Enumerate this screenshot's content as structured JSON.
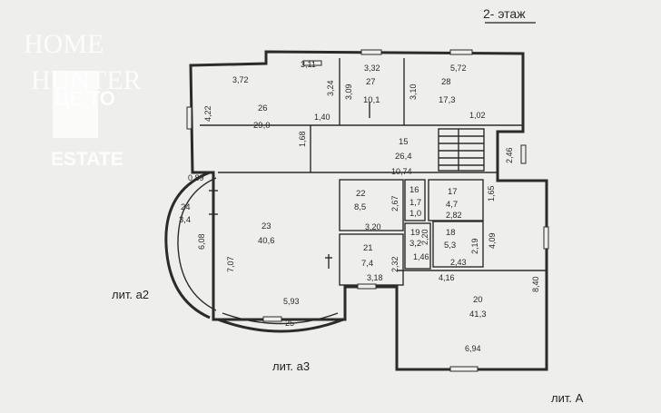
{
  "floor_label": "2- этаж",
  "watermark": {
    "line1": "HOME",
    "line2": "HUNTER",
    "mark": "ЦЕ ТО",
    "sub": "ESTATE"
  },
  "lit_labels": {
    "a2": "лит. а2",
    "a3": "лит. а3",
    "A": "лит. А"
  },
  "rooms": [
    {
      "id": "26",
      "area": "29,0"
    },
    {
      "id": "27",
      "area": "10,1"
    },
    {
      "id": "28",
      "area": "17,3"
    },
    {
      "id": "15",
      "area": "26,4"
    },
    {
      "id": "22",
      "area": "8,5"
    },
    {
      "id": "16",
      "area": "1,0",
      "extra": "1,7"
    },
    {
      "id": "17",
      "area": "4,7"
    },
    {
      "id": "24",
      "area": "3,4"
    },
    {
      "id": "23",
      "area": "40,6"
    },
    {
      "id": "19",
      "area": "3,2"
    },
    {
      "id": "18",
      "area": "5,3"
    },
    {
      "id": "21",
      "area": "7,4"
    },
    {
      "id": "20",
      "area": "41,3"
    }
  ],
  "dims": {
    "d372": "3,72",
    "d311": "3,11",
    "d332": "3,32",
    "d572": "5,72",
    "d422": "4,22",
    "d324": "3,24",
    "d309": "3,09",
    "d310": "3,10",
    "d140": "1,40",
    "d102": "1,02",
    "d168": "1,68",
    "d246": "2,46",
    "d1074": "10,74",
    "d089": "0,89",
    "d267": "2,67",
    "d165": "1,65",
    "d282": "2,82",
    "d320": "3,20",
    "d220": "2,20",
    "d219": "2,19",
    "d409": "4,09",
    "d608": "6,08",
    "d707": "7,07",
    "d232": "2,32",
    "d146": "1,46",
    "d243": "2,43",
    "d318": "3,18",
    "d416": "4,16",
    "d840": "8,40",
    "d593": "5,93",
    "d25": "25",
    "d694": "6,94"
  }
}
